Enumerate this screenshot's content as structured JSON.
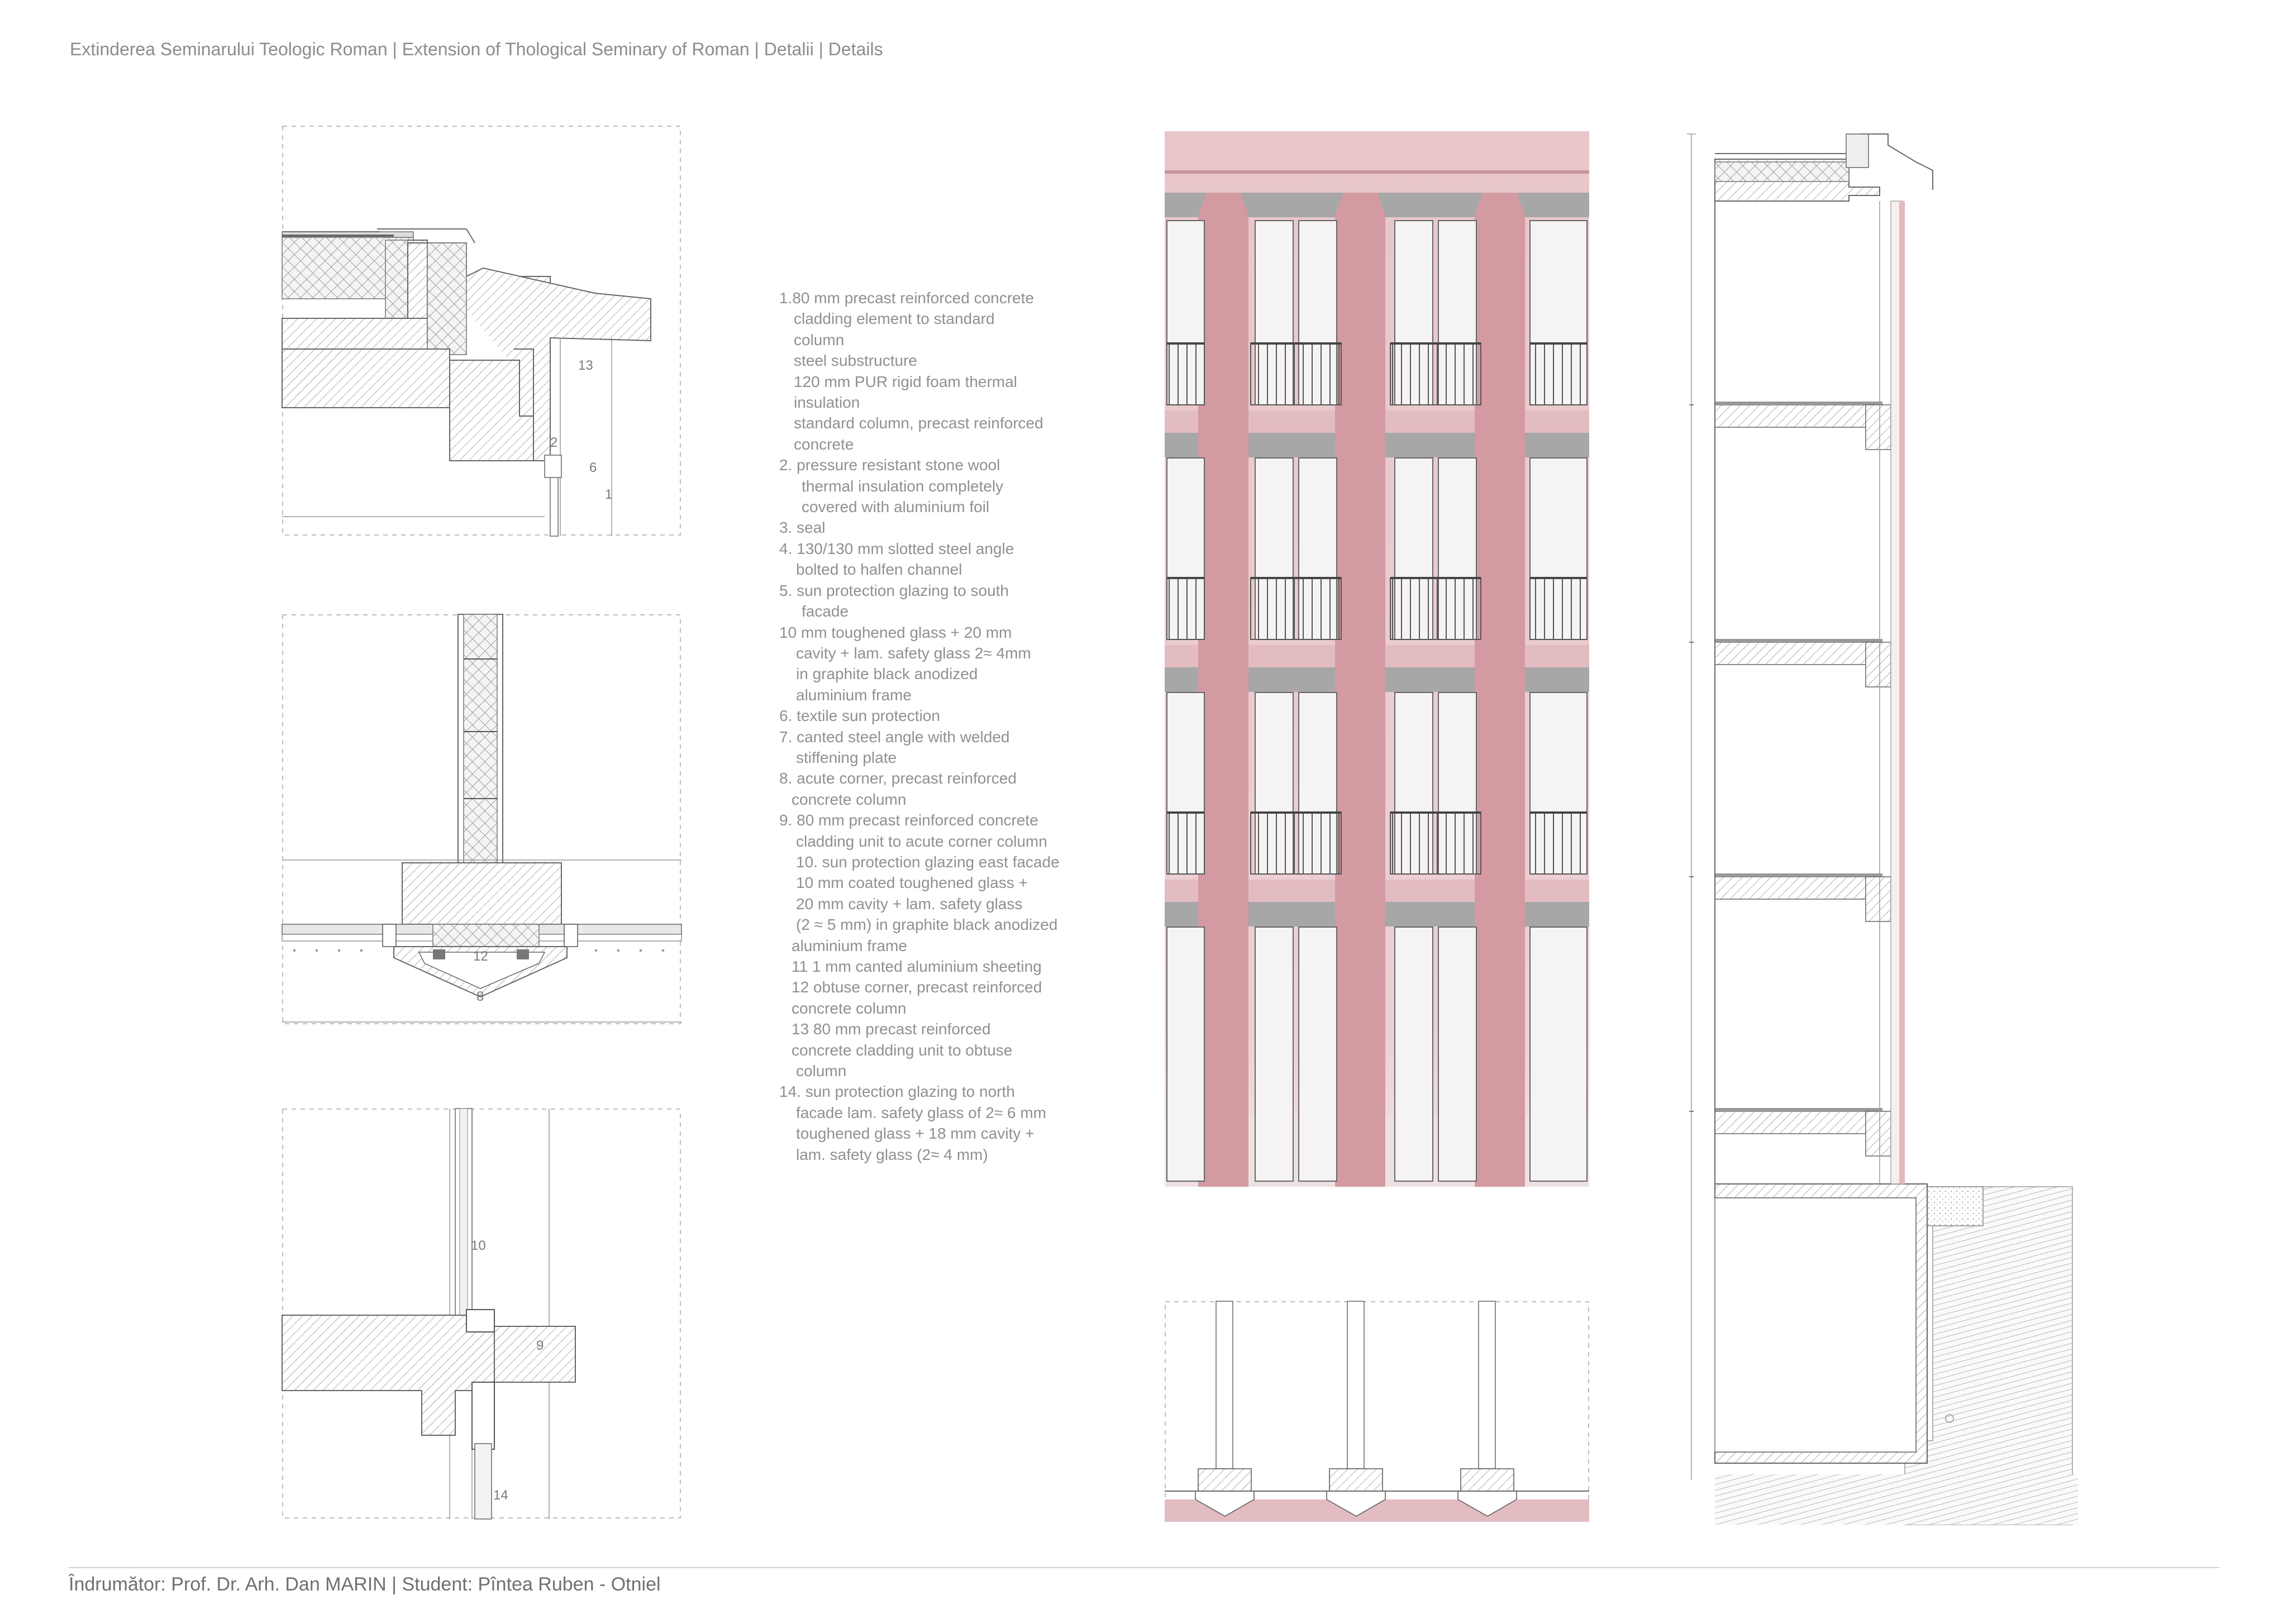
{
  "header": {
    "title": "Extinderea Seminarului Teologic Roman | Extension of Thological Seminary of Roman | Detalii | Details"
  },
  "footer": {
    "credit": "Îndrumător: Prof. Dr. Arh. Dan MARIN | Student: Pîntea Ruben - Otniel"
  },
  "legend": [
    "1.80 mm precast reinforced concrete",
    "cladding element to standard",
    "column",
    "steel substructure",
    "120 mm PUR rigid foam thermal",
    "insulation",
    "standard column, precast reinforced",
    "concrete",
    "2.  pressure resistant stone wool",
    "thermal insulation completely",
    "covered with aluminium foil",
    "3. seal",
    "4. 130/130 mm slotted steel angle",
    "bolted to halfen channel",
    "5.  sun protection glazing to south",
    "facade",
    "10 mm toughened glass + 20 mm",
    "cavity + lam. safety glass 2≈ 4mm",
    "in graphite black anodized",
    "aluminium frame",
    "6.  textile sun protection",
    "7.  canted steel angle with welded",
    "stiffening plate",
    "8. acute corner, precast reinforced",
    "concrete column",
    "9. 80 mm precast reinforced concrete",
    "cladding unit to acute corner column",
    "10. sun protection glazing east facade",
    "10 mm coated toughened glass +",
    "20 mm cavity + lam. safety glass",
    "(2 ≈ 5 mm) in graphite black anodized",
    "aluminium frame",
    "11 1 mm canted aluminium sheeting",
    "12 obtuse corner, precast reinforced",
    "concrete column",
    "13 80 mm precast reinforced",
    "concrete cladding unit to obtuse",
    "column",
    "14.  sun protection glazing to north",
    "facade lam. safety glass of 2≈ 6 mm",
    "toughened glass + 18 mm cavity +",
    "lam. safety glass (2≈ 4 mm)"
  ],
  "callouts": {
    "d1": [
      "13",
      "2",
      "6",
      "1"
    ],
    "d2": [
      "12",
      "8"
    ],
    "d3": [
      "10",
      "9",
      "14"
    ]
  },
  "colors": {
    "cladding_pink": "#e6c2c6",
    "column_rose": "#d49aa2",
    "slab_grey": "#a9a9a9",
    "glass_light": "#f5f3f3"
  }
}
